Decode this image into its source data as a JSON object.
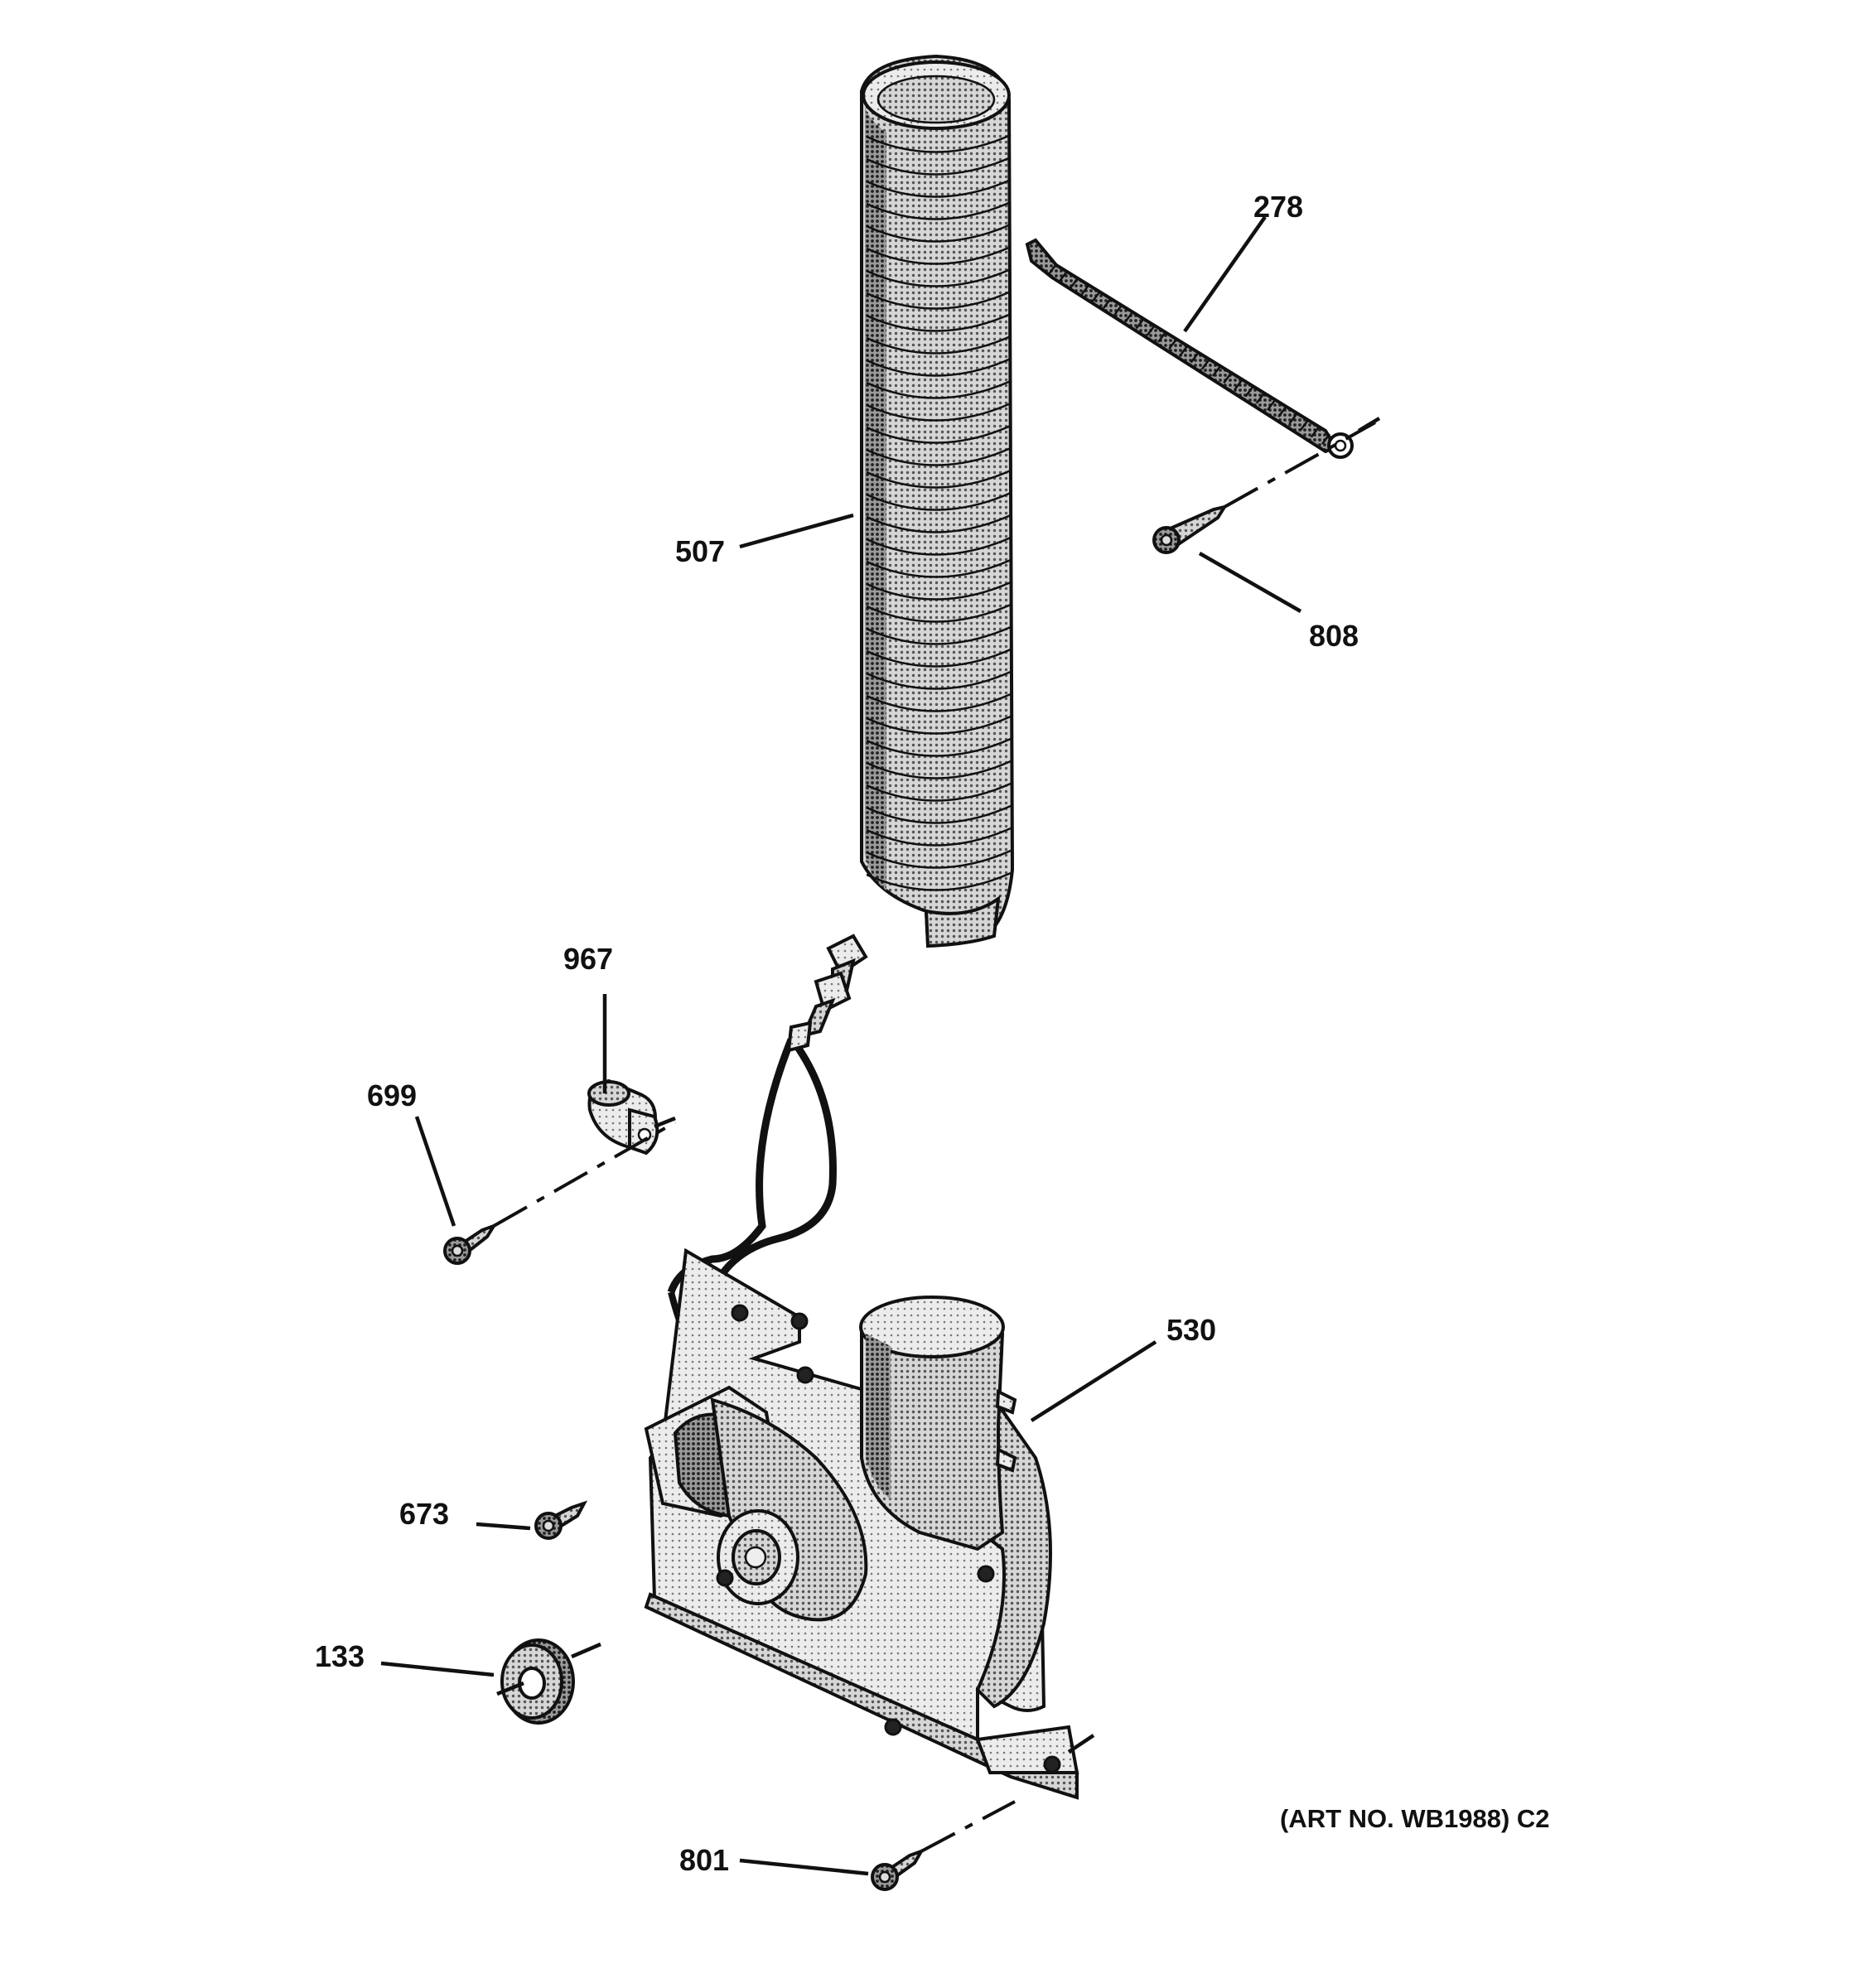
{
  "callouts": {
    "p278": "278",
    "p507": "507",
    "p808": "808",
    "p967": "967",
    "p699": "699",
    "p530": "530",
    "p673": "673",
    "p133": "133",
    "p801": "801"
  },
  "art_number": "(ART NO. WB1988) C2",
  "colors": {
    "ink": "#111111",
    "shade": "#8f8f8f",
    "shade_light": "#bdbdbd"
  }
}
